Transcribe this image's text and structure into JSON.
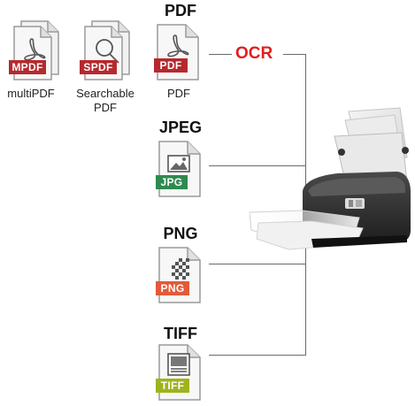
{
  "formats": {
    "pdf_title": "PDF",
    "jpeg_title": "JPEG",
    "png_title": "PNG",
    "tiff_title": "TIFF",
    "ocr_label": "OCR"
  },
  "badges": {
    "mpdf": "MPDF",
    "spdf": "SPDF",
    "pdf": "PDF",
    "jpg": "JPG",
    "png": "PNG",
    "tiff": "TIFF"
  },
  "captions": {
    "multipdf": "multiPDF",
    "searchable_line1": "Searchable",
    "searchable_line2": "PDF",
    "pdf": "PDF"
  },
  "colors": {
    "pdf_badge": "#b5292e",
    "jpg_badge": "#2e8a4e",
    "png_badge": "#e25a3a",
    "tiff_badge": "#9fb31d",
    "ocr_text": "#e02020",
    "connector": "#6a6a6a"
  },
  "icons": {
    "pdf": "acrobat-icon",
    "searchable": "magnifier-icon",
    "jpg": "picture-icon",
    "png": "checkerboard-icon",
    "tiff": "document-image-icon",
    "device": "document-scanner"
  }
}
